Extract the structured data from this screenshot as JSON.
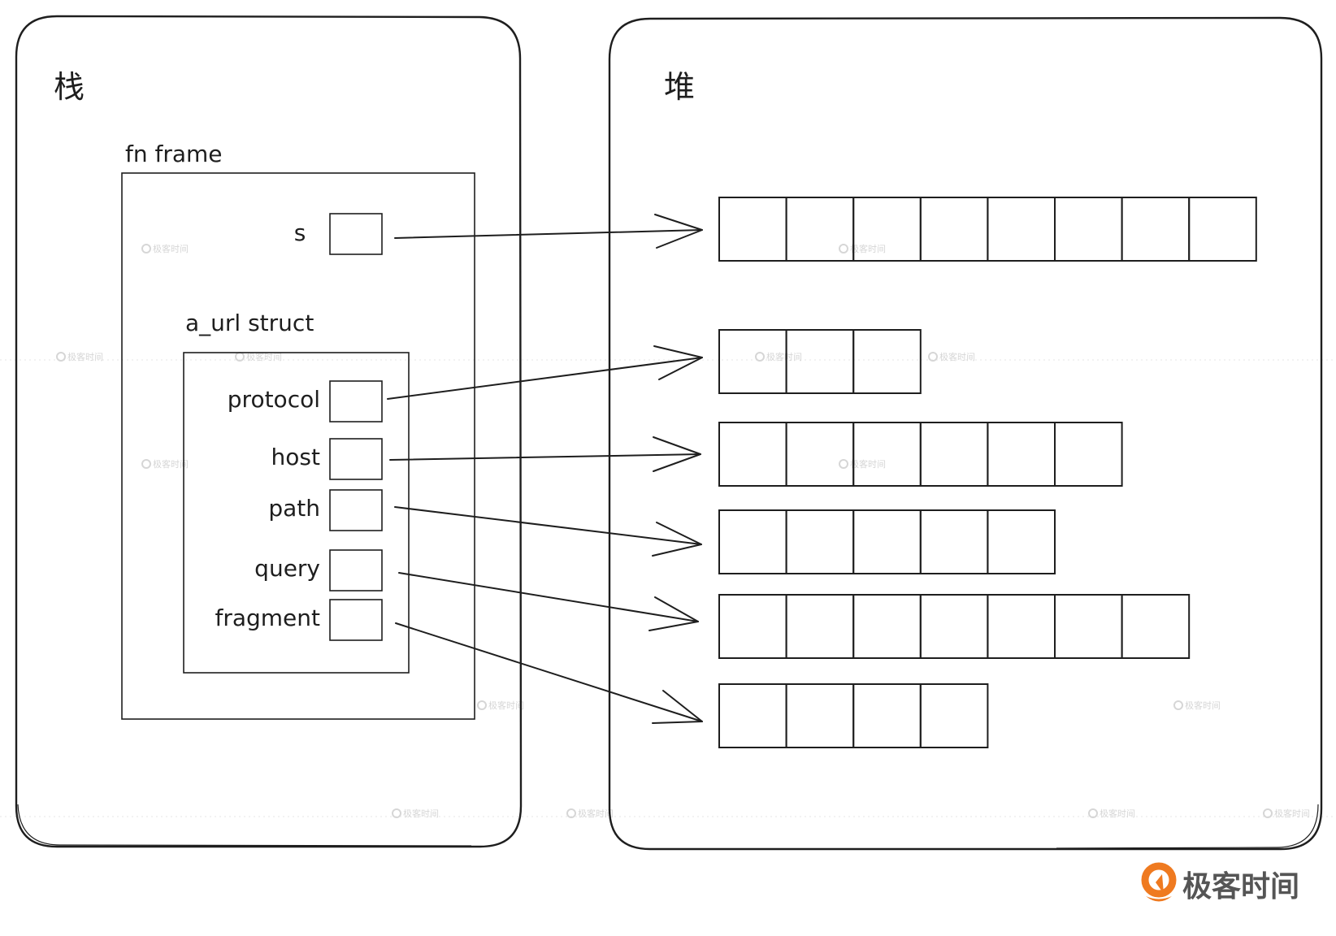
{
  "stack": {
    "title": "栈",
    "frame_label": "fn frame",
    "struct_label": "a_url struct",
    "variable": {
      "name": "s"
    },
    "struct_fields": [
      {
        "name": "protocol"
      },
      {
        "name": "host"
      },
      {
        "name": "path"
      },
      {
        "name": "query"
      },
      {
        "name": "fragment"
      }
    ]
  },
  "heap": {
    "title": "堆",
    "buffers": [
      {
        "owner": "s",
        "cells": 8
      },
      {
        "owner": "protocol",
        "cells": 3
      },
      {
        "owner": "host",
        "cells": 6
      },
      {
        "owner": "path",
        "cells": 5
      },
      {
        "owner": "query",
        "cells": 7
      },
      {
        "owner": "fragment",
        "cells": 4
      }
    ]
  },
  "pointers": [
    {
      "from": "s",
      "to_buffer": 0
    },
    {
      "from": "protocol",
      "to_buffer": 1
    },
    {
      "from": "host",
      "to_buffer": 2
    },
    {
      "from": "path",
      "to_buffer": 3
    },
    {
      "from": "query",
      "to_buffer": 4
    },
    {
      "from": "fragment",
      "to_buffer": 5
    }
  ],
  "watermark": {
    "text": "极客时间"
  },
  "brand": {
    "name": "极客时间",
    "accent_color": "#EF7A20",
    "text_color": "#555555"
  },
  "colors": {
    "stroke": "#1e1e1e",
    "background": "#ffffff"
  }
}
